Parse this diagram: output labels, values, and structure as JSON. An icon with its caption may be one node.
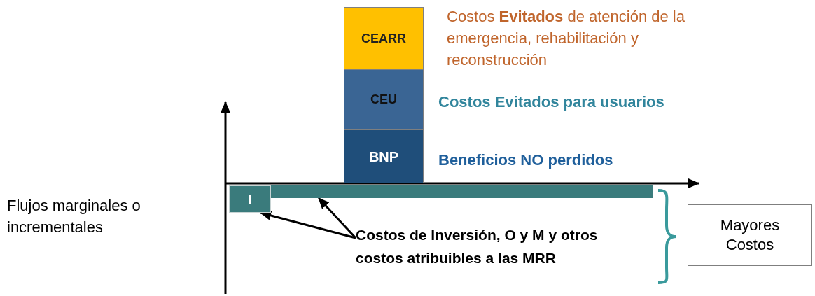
{
  "diagram": {
    "nodes": [
      {
        "text": [
          "CEARR"
        ],
        "beside": [
          "Costos **Evitados** de atención de la emergencia, rehabilitación y reconstrucción"
        ]
      },
      {
        "text": [
          "CEU"
        ],
        "beside": [
          "Costos Evitados para usuarios"
        ]
      },
      {
        "text": [
          "BNP"
        ],
        "beside": [
          "Beneficios NO perdidos"
        ]
      },
      {
        "text": [
          "I"
        ]
      },
      {
        "text": [],
        "shape": "bar"
      },
      {
        "text": [
          "Costos de Inversión, O y M  y otros costos atribuibles a las MRR"
        ]
      },
      {
        "text": [
          "Mayores Costos"
        ]
      }
    ],
    "edges": [
      {
        "from": 5,
        "to": 3,
        "arrow": "to"
      },
      {
        "from": 5,
        "to": 4,
        "arrow": "to"
      }
    ],
    "labels": [
      "Flujos marginales o incrementales"
    ]
  }
}
